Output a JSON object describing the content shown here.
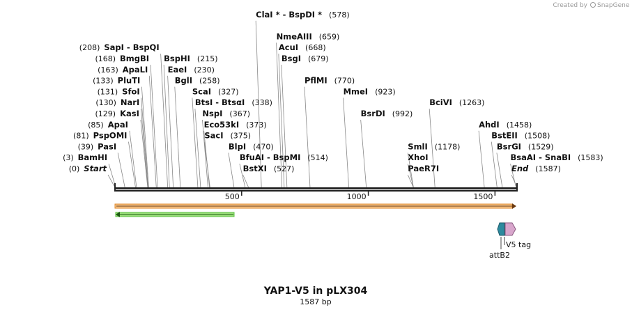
{
  "credit": {
    "text": "Created by",
    "brand": "SnapGene"
  },
  "title": "YAP1-V5 in pLX304",
  "subtitle": "1587 bp",
  "sequence_length": 1587,
  "ruler_ticks": [
    {
      "value": 500,
      "label": "500"
    },
    {
      "value": 1000,
      "label": "1000"
    },
    {
      "value": 1500,
      "label": "1500"
    }
  ],
  "colors": {
    "orf_fill": "#f5c48a",
    "orf_stroke": "#e0892b",
    "green_feature": "#9be07a",
    "green_stroke": "#3d9a2a",
    "attB2_color": "#2d8a9e",
    "v5_color": "#d8a6cc"
  },
  "sites": [
    {
      "name": "Start",
      "pos": 0,
      "pos_label": "(0)",
      "italic": true,
      "side": "left",
      "row": 0
    },
    {
      "name": "BamHI",
      "pos": 3,
      "pos_label": "(3)",
      "side": "left",
      "row": 1
    },
    {
      "name": "PasI",
      "pos": 39,
      "pos_label": "(39)",
      "side": "left",
      "row": 2
    },
    {
      "name": "PspOMI",
      "pos": 81,
      "pos_label": "(81)",
      "side": "left",
      "row": 3
    },
    {
      "name": "ApaI",
      "pos": 85,
      "pos_label": "(85)",
      "side": "left",
      "row": 4
    },
    {
      "name": "KasI",
      "pos": 129,
      "pos_label": "(129)",
      "side": "left",
      "row": 5
    },
    {
      "name": "NarI",
      "pos": 130,
      "pos_label": "(130)",
      "side": "left",
      "row": 6
    },
    {
      "name": "SfoI",
      "pos": 131,
      "pos_label": "(131)",
      "side": "left",
      "row": 7
    },
    {
      "name": "PluTI",
      "pos": 133,
      "pos_label": "(133)",
      "side": "left",
      "row": 8
    },
    {
      "name": "ApaLI",
      "pos": 163,
      "pos_label": "(163)",
      "side": "left",
      "row": 9
    },
    {
      "name": "BmgBI",
      "pos": 168,
      "pos_label": "(168)",
      "side": "left",
      "row": 10
    },
    {
      "name": "SapI  - BspQI",
      "pos": 208,
      "pos_label": "(208)",
      "side": "left",
      "row": 11
    },
    {
      "name": "BglI",
      "pos": 258,
      "pos_label": "(258)",
      "side": "right",
      "row": 8
    },
    {
      "name": "EaeI",
      "pos": 230,
      "pos_label": "(230)",
      "side": "right",
      "row": 9
    },
    {
      "name": "BspHI",
      "pos": 215,
      "pos_label": "(215)",
      "side": "right",
      "row": 10
    },
    {
      "name": "SacI",
      "pos": 375,
      "pos_label": "(375)",
      "side": "right",
      "row": 3
    },
    {
      "name": "Eco53kI",
      "pos": 373,
      "pos_label": "(373)",
      "side": "right",
      "row": 4
    },
    {
      "name": "NspI",
      "pos": 367,
      "pos_label": "(367)",
      "side": "right",
      "row": 5
    },
    {
      "name": "BtsI  - BtsαI",
      "pos": 338,
      "pos_label": "(338)",
      "side": "right",
      "row": 6
    },
    {
      "name": "ScaI",
      "pos": 327,
      "pos_label": "(327)",
      "side": "right",
      "row": 7
    },
    {
      "name": "BlpI",
      "pos": 470,
      "pos_label": "(470)",
      "side": "right",
      "row": 2
    },
    {
      "name": "BstXI",
      "pos": 527,
      "pos_label": "(527)",
      "side": "right",
      "row": 0
    },
    {
      "name": "BfuAI  - BspMI",
      "pos": 514,
      "pos_label": "(514)",
      "side": "right",
      "row": 1
    },
    {
      "name": "ClaI *  - BspDI *",
      "pos": 578,
      "pos_label": "(578)",
      "side": "right",
      "row": 14
    },
    {
      "name": "NmeAIII",
      "pos": 659,
      "pos_label": "(659)",
      "side": "right",
      "row": 12
    },
    {
      "name": "AcuI",
      "pos": 668,
      "pos_label": "(668)",
      "side": "right",
      "row": 11
    },
    {
      "name": "BsgI",
      "pos": 679,
      "pos_label": "(679)",
      "side": "right",
      "row": 10
    },
    {
      "name": "PflMI",
      "pos": 770,
      "pos_label": "(770)",
      "side": "right",
      "row": 8
    },
    {
      "name": "MmeI",
      "pos": 923,
      "pos_label": "(923)",
      "side": "right",
      "row": 7
    },
    {
      "name": "BsrDI",
      "pos": 992,
      "pos_label": "(992)",
      "side": "right",
      "row": 5
    },
    {
      "name": "SmlI",
      "pos": 1178,
      "pos_label": "(1178)",
      "side": "right",
      "row": 2
    },
    {
      "name": "XhoI",
      "pos": 1178,
      "pos_label": "",
      "side": "right",
      "row": 1
    },
    {
      "name": "PaeR7I",
      "pos": 1178,
      "pos_label": "",
      "side": "right",
      "row": 0
    },
    {
      "name": "BciVI",
      "pos": 1263,
      "pos_label": "(1263)",
      "side": "right",
      "row": 6
    },
    {
      "name": "AhdI",
      "pos": 1458,
      "pos_label": "(1458)",
      "side": "right",
      "row": 4
    },
    {
      "name": "BstEII",
      "pos": 1508,
      "pos_label": "(1508)",
      "side": "right",
      "row": 3
    },
    {
      "name": "BsrGI",
      "pos": 1529,
      "pos_label": "(1529)",
      "side": "right",
      "row": 2
    },
    {
      "name": "BsaAI  - SnaBI",
      "pos": 1583,
      "pos_label": "(1583)",
      "side": "right",
      "row": 1
    },
    {
      "name": "End",
      "pos": 1587,
      "pos_label": "(1587)",
      "italic": true,
      "side": "right",
      "row": 0
    }
  ],
  "features": [
    {
      "name": "V5 tag",
      "label": "V5 tag"
    },
    {
      "name": "attB2",
      "label": "attB2"
    }
  ]
}
